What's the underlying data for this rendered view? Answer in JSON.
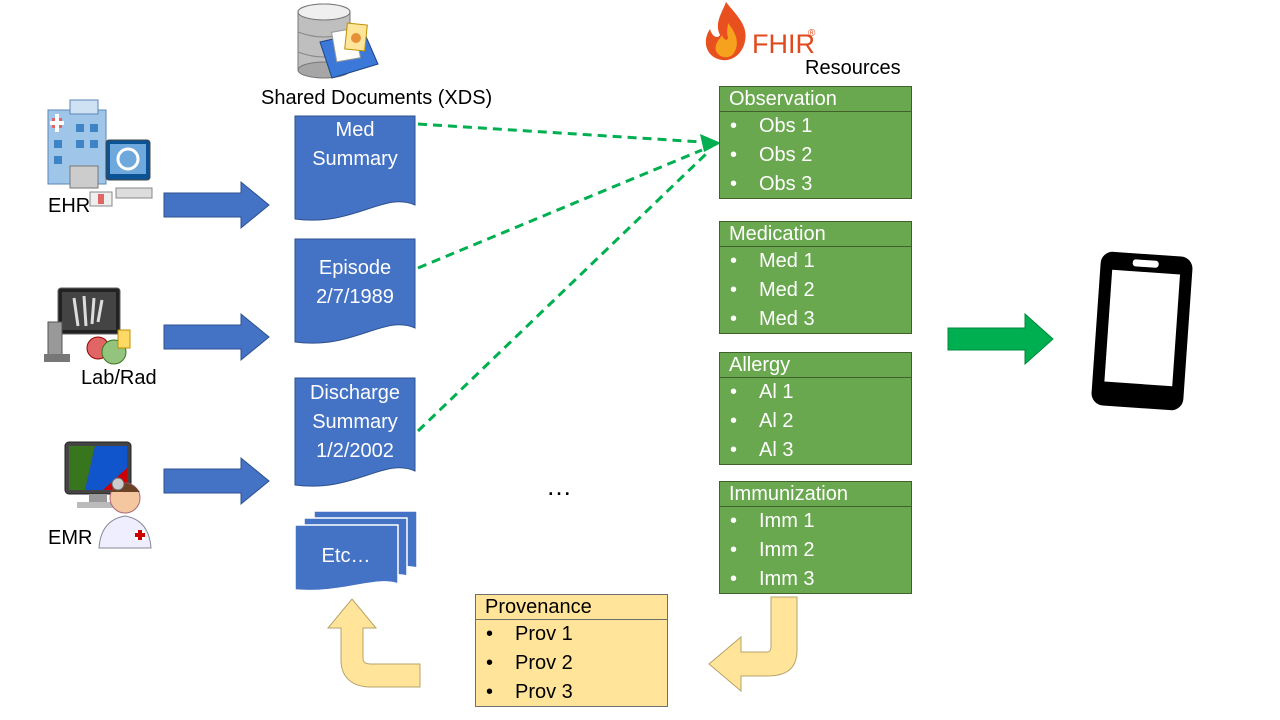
{
  "sources": [
    {
      "label": "EHR",
      "icon": "hospital-icon"
    },
    {
      "label": "Lab/Rad",
      "icon": "lab-icon"
    },
    {
      "label": "EMR",
      "icon": "doctor-icon"
    }
  ],
  "xds": {
    "title": "Shared Documents (XDS)",
    "icon": "database-icon",
    "documents": [
      {
        "line1": "Med",
        "line2": "Summary",
        "line3": ""
      },
      {
        "line1": "Episode",
        "line2": "2/7/1989",
        "line3": ""
      },
      {
        "line1": "Discharge",
        "line2": "Summary",
        "line3": "1/2/2002"
      },
      {
        "line1": "Etc…",
        "line2": "",
        "line3": ""
      }
    ]
  },
  "ellipsis": "…",
  "fhir": {
    "logo_text": "FHIR",
    "logo_mark": "®",
    "subtitle": "Resources",
    "resources": [
      {
        "name": "Observation",
        "items": [
          "Obs 1",
          "Obs 2",
          "Obs 3"
        ]
      },
      {
        "name": "Medication",
        "items": [
          "Med 1",
          "Med 2",
          "Med 3"
        ]
      },
      {
        "name": "Allergy",
        "items": [
          "Al 1",
          "Al 2",
          "Al 3"
        ]
      },
      {
        "name": "Immunization",
        "items": [
          "Imm 1",
          "Imm 2",
          "Imm 3"
        ]
      }
    ]
  },
  "provenance": {
    "name": "Provenance",
    "items": [
      "Prov 1",
      "Prov 2",
      "Prov 3"
    ]
  },
  "colors": {
    "blue_arrow": "#4472c4",
    "document": "#4472c4",
    "resource_fill": "#6aa84f",
    "green_arrow": "#00b050",
    "dashed_link": "#00b050",
    "provenance_fill": "#ffe49a",
    "return_arrow": "#ffe49a"
  },
  "device": "smartphone-icon"
}
